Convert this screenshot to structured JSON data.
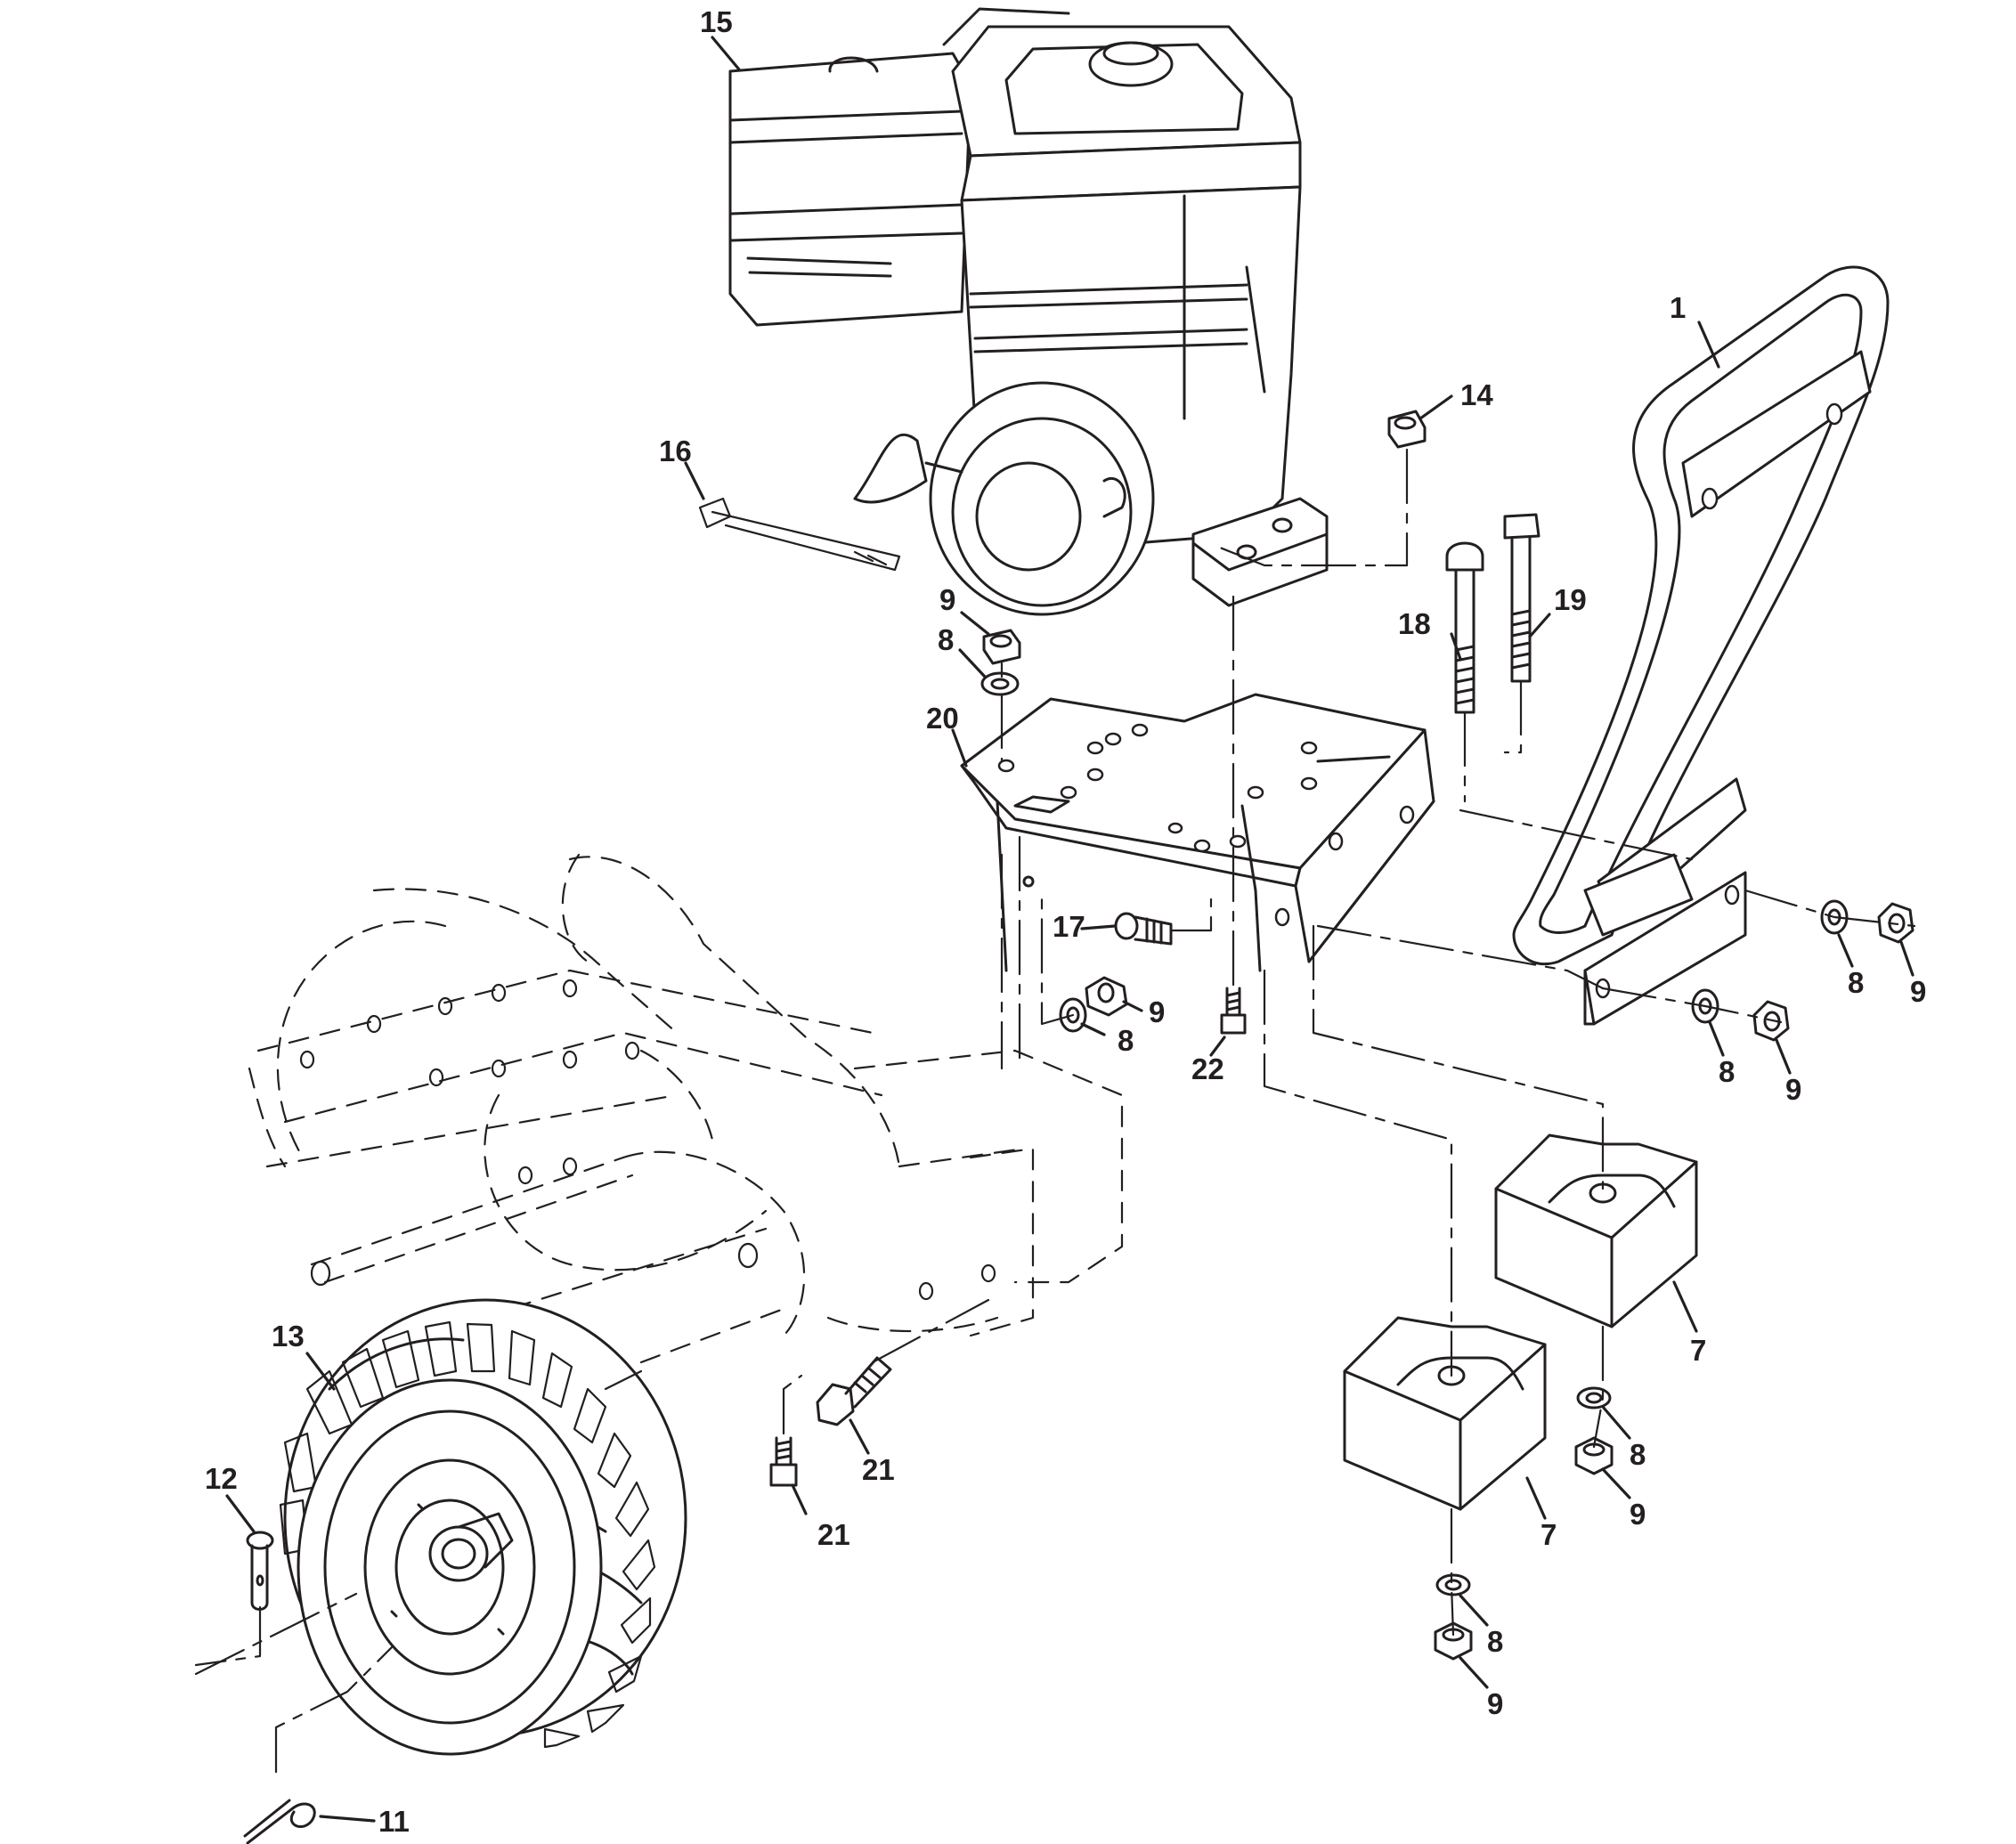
{
  "callouts": [
    {
      "id": "c1",
      "text": "1"
    },
    {
      "id": "c14",
      "text": "14"
    },
    {
      "id": "c15",
      "text": "15"
    },
    {
      "id": "c16",
      "text": "16"
    },
    {
      "id": "c9a",
      "text": "9"
    },
    {
      "id": "c8a",
      "text": "8"
    },
    {
      "id": "c18",
      "text": "18"
    },
    {
      "id": "c19",
      "text": "19"
    },
    {
      "id": "c20",
      "text": "20"
    },
    {
      "id": "c17",
      "text": "17"
    },
    {
      "id": "c9b",
      "text": "9"
    },
    {
      "id": "c8b",
      "text": "8"
    },
    {
      "id": "c22",
      "text": "22"
    },
    {
      "id": "c8c",
      "text": "8"
    },
    {
      "id": "c9c",
      "text": "9"
    },
    {
      "id": "c8d",
      "text": "8"
    },
    {
      "id": "c9d",
      "text": "9"
    },
    {
      "id": "c7a",
      "text": "7"
    },
    {
      "id": "c8e",
      "text": "8"
    },
    {
      "id": "c9e",
      "text": "9"
    },
    {
      "id": "c7b",
      "text": "7"
    },
    {
      "id": "c8f",
      "text": "8"
    },
    {
      "id": "c9f",
      "text": "9"
    },
    {
      "id": "c13",
      "text": "13"
    },
    {
      "id": "c12",
      "text": "12"
    },
    {
      "id": "c21a",
      "text": "21"
    },
    {
      "id": "c21b",
      "text": "21"
    },
    {
      "id": "c11",
      "text": "11"
    }
  ]
}
